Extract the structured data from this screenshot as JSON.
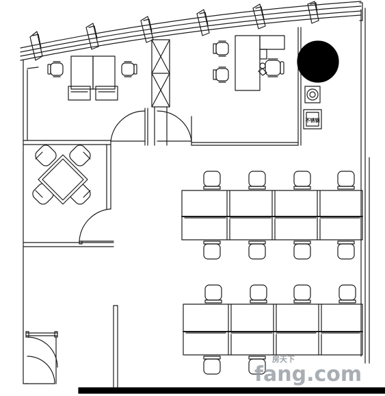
{
  "plan": {
    "title": "",
    "device_label": "不锈钢",
    "watermark": {
      "brand": "fang.com",
      "small_text": "房天下"
    },
    "colors": {
      "line": "#1a1a1a",
      "fill": "#ffffff",
      "dark": "#000000",
      "watermark": "#9aa0a6"
    }
  }
}
